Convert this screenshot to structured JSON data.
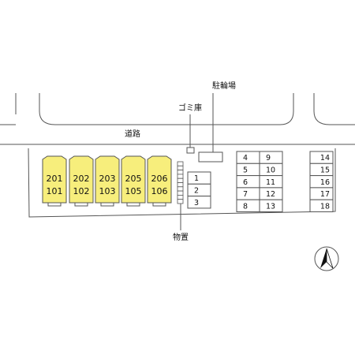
{
  "labels": {
    "road": "道路",
    "garbage": "ゴミ庫",
    "bicycle_parking": "駐輪場",
    "storage": "物置"
  },
  "units": [
    {
      "upper": "201",
      "lower": "101"
    },
    {
      "upper": "202",
      "lower": "102"
    },
    {
      "upper": "203",
      "lower": "103"
    },
    {
      "upper": "205",
      "lower": "105"
    },
    {
      "upper": "206",
      "lower": "106"
    }
  ],
  "parking": {
    "group_a": [
      "1",
      "2",
      "3"
    ],
    "group_b_left": [
      "4",
      "5",
      "6",
      "7",
      "8"
    ],
    "group_b_right": [
      "9",
      "10",
      "11",
      "12",
      "13"
    ],
    "group_c": [
      "14",
      "15",
      "16",
      "17",
      "18"
    ]
  },
  "colors": {
    "unit_fill": "#f7ee7c",
    "line": "#555555",
    "fill_white": "#ffffff"
  },
  "compass": {
    "icon": "north-arrow-icon"
  }
}
